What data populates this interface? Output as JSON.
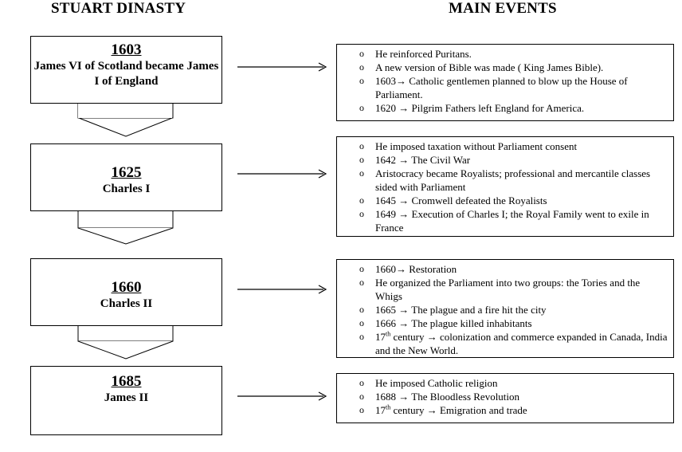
{
  "headings": {
    "left": "STUART DINASTY",
    "right": "MAIN EVENTS"
  },
  "monarchs": [
    {
      "year": "1603",
      "name": "James VI of Scotland became James I of England"
    },
    {
      "year": "1625",
      "name": "Charles I"
    },
    {
      "year": "1660",
      "name": "Charles II"
    },
    {
      "year": "1685",
      "name": "James II"
    }
  ],
  "events": [
    [
      {
        "text": "He reinforced Puritans."
      },
      {
        "text": "A new version of Bible was made ( King James Bible)."
      },
      {
        "text": "1603→ Catholic gentlemen planned to blow up the House of Parliament."
      },
      {
        "text": "1620 → Pilgrim Fathers left England for America."
      }
    ],
    [
      {
        "text": "He imposed taxation without Parliament consent"
      },
      {
        "text": "1642 → The Civil War"
      },
      {
        "text": "Aristocracy became Royalists; professional and mercantile classes sided with Parliament"
      },
      {
        "text": "1645 → Cromwell defeated the Royalists"
      },
      {
        "text": "1649 → Execution of Charles I; the Royal Family went to exile in France"
      }
    ],
    [
      {
        "text": "1660→ Restoration"
      },
      {
        "text": "He organized the Parliament into two groups: the Tories and the Whigs"
      },
      {
        "text": "1665 → The plague and a fire hit the city"
      },
      {
        "text": "1666 → The plague killed inhabitants"
      },
      {
        "pre": "17",
        "sup": "th",
        "text": " century → colonization and commerce expanded in Canada, India and the New World."
      }
    ],
    [
      {
        "text": "He imposed Catholic religion"
      },
      {
        "text": "1688 → The Bloodless Revolution"
      },
      {
        "pre": "17",
        "sup": "th",
        "text": " century → Emigration and trade"
      }
    ]
  ]
}
